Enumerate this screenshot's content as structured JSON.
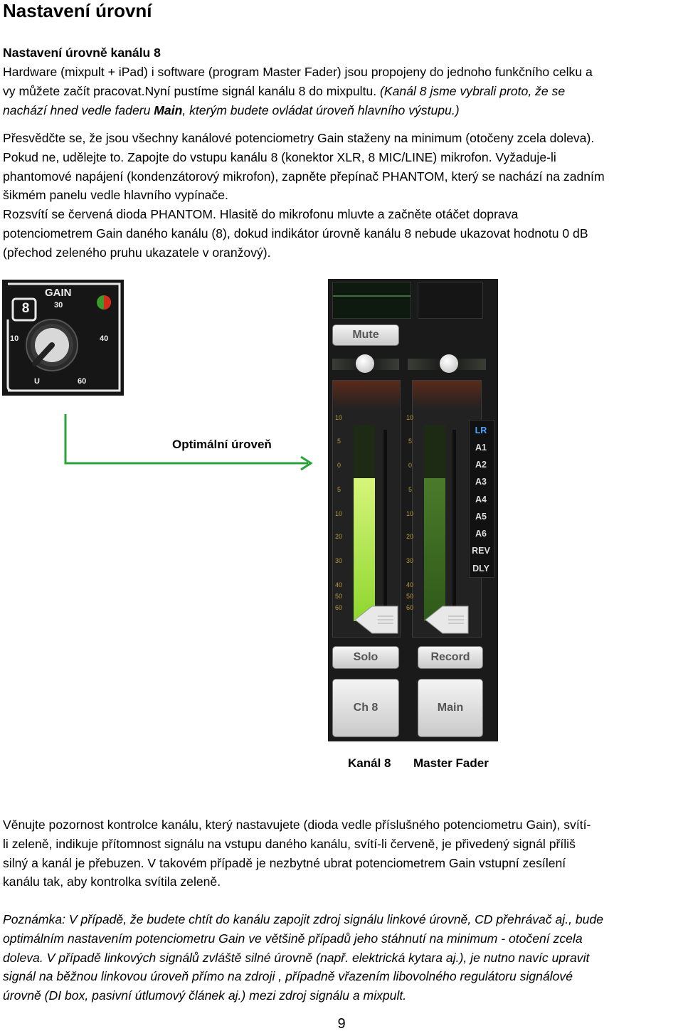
{
  "heading": "Nastavení úrovní",
  "subheading": "Nastavení úrovně kanálu 8",
  "p1": {
    "line1": "Hardware (mixpult + iPad) i software (program Master Fader) jsou propojeny do jednoho funkčního celku a",
    "line2_plain": "vy můžete začít pracovat.Nyní pustíme signál kanálu 8 do mixpultu. ",
    "line2_italic": "(Kanál 8 jsme vybrali proto, že se",
    "line3_a": "nachází hned vedle faderu ",
    "line3_bold": "Main",
    "line3_b": ", kterým budete ovládat úroveň hlavního výstupu.)"
  },
  "p2": [
    "Přesvědčte se, že jsou všechny kanálové potenciometry Gain staženy na minimum (otočeny zcela doleva).",
    "Pokud ne, udělejte to. Zapojte do vstupu kanálu 8 (konektor XLR, 8 MIC/LINE) mikrofon. Vyžaduje-li",
    "phantomové napájení (kondenzátorový mikrofon), zapněte přepínač PHANTOM, který se nachází na zadním",
    "šikmém panelu vedle hlavního vypínače.",
    "Rozsvítí se červená dioda PHANTOM. Hlasitě do mikrofonu mluvte a začněte otáčet doprava",
    "potenciometrem Gain daného kanálu (8), dokud indikátor úrovně kanálu 8 nebude ukazovat hodnotu 0 dB",
    "(přechod zeleného pruhu ukazatele v oranžový)."
  ],
  "gain_panel": {
    "title": "GAIN",
    "channel": "8",
    "scale": [
      "30",
      "10",
      "40",
      "U",
      "60"
    ],
    "led_colors": [
      "#3a9a2a",
      "#d62a1a"
    ]
  },
  "optimal_label": "Optimální úroveň",
  "mixer": {
    "mute": "Mute",
    "solo": "Solo",
    "record": "Record",
    "ch": "Ch 8",
    "main": "Main",
    "meter_scale": [
      "10",
      "5",
      "0",
      "5",
      "10",
      "20",
      "30",
      "40",
      "50",
      "60"
    ],
    "aux": [
      "LR",
      "A1",
      "A2",
      "A3",
      "A4",
      "A5",
      "A6",
      "REV",
      "DLY"
    ],
    "ch8_level": 0.73,
    "main_level": 0.73
  },
  "caption_ch": "Kanál 8",
  "caption_master": "Master Fader",
  "p3": [
    "Věnujte pozornost kontrolce kanálu, který nastavujete (dioda vedle příslušného potenciometru Gain), svítí-",
    "li zeleně, indikuje přítomnost signálu na vstupu daného kanálu, svítí-li červeně, je přivedený signál příliš",
    "silný a kanál je přebuzen. V takovém případě je nezbytné ubrat potenciometrem Gain vstupní zesílení",
    "kanálu tak, aby kontrolka svítila zeleně."
  ],
  "note": [
    "Poznámka: V případě, že budete chtít do kanálu zapojit zdroj signálu linkové úrovně, CD přehrávač aj., bude",
    "optimálním nastavením potenciometru Gain ve většině případů jeho stáhnutí na minimum - otočení zcela",
    "doleva. V případě linkových signálů zvláště silné úrovně (např. elektrická kytara aj.), je nutno navíc upravit",
    "signál na běžnou linkovou úroveň přímo na zdroji , případně vřazením libovolného regulátoru signálové",
    "úrovně (DI box, pasivní útlumový článek aj.) mezi zdroj signálu a mixpult."
  ],
  "page_number": "9"
}
